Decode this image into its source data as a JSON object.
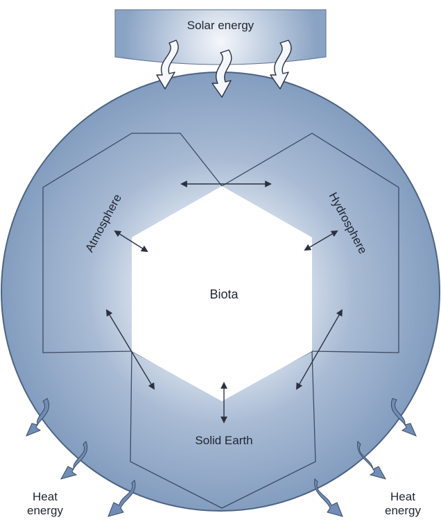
{
  "diagram": {
    "solar_label": "Solar energy",
    "center_label": "Biota",
    "spheres": {
      "atmosphere": "Atmosphere",
      "hydrosphere": "Hydrosphere",
      "solid_earth": "Solid Earth"
    },
    "heat_left": [
      "Heat",
      "energy"
    ],
    "heat_right": [
      "Heat",
      "energy"
    ]
  },
  "colors": {
    "circle_fill": "#7f9abd",
    "circle_edge": "#4d6284",
    "circle_highlight": "#dfe7f1",
    "solar_box": "#8aa3c4",
    "arrow_fill": "#f4f7fb",
    "heat_arrow": "#6f8db5",
    "line": "#2b3140",
    "text": "#1f2430"
  }
}
